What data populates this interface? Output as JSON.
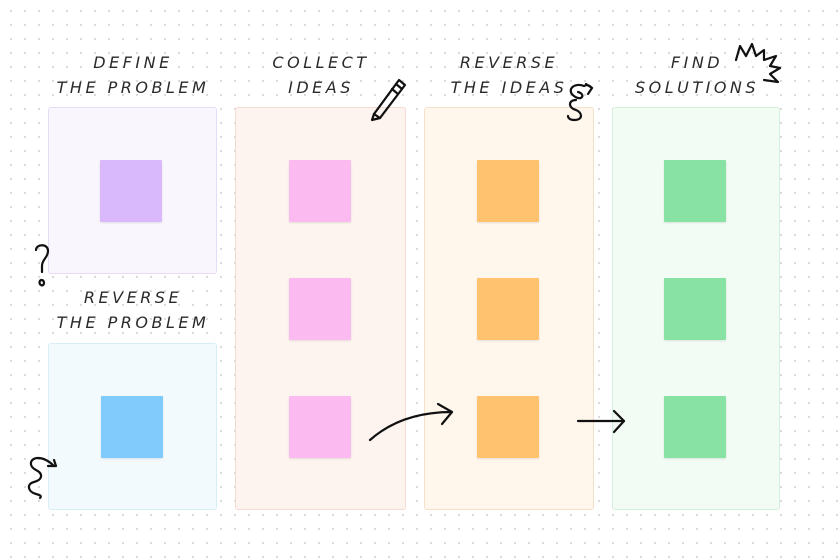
{
  "columns": [
    {
      "id": "define",
      "heading": [
        "DEFINE",
        "THE PROBLEM"
      ],
      "note_color": "#d9b8fb",
      "frame_bg": "#faf6fe",
      "frame_border": "#e7dcf7"
    },
    {
      "id": "collect",
      "heading": [
        "COLLECT",
        "IDEAS"
      ],
      "note_color": "#fbbaf0",
      "frame_bg": "#fdf3ef",
      "frame_border": "#f5dcd2"
    },
    {
      "id": "reverse-ideas",
      "heading": [
        "REVERSE",
        "THE IDEAS"
      ],
      "note_color": "#ffc26e",
      "frame_bg": "#fff6ec",
      "frame_border": "#f5e1cb"
    },
    {
      "id": "solutions",
      "heading": [
        "FIND",
        "SOLUTIONS"
      ],
      "note_color": "#88e2a3",
      "frame_bg": "#f2fbf4",
      "frame_border": "#d4efdb"
    },
    {
      "id": "reverse-problem",
      "heading": [
        "REVERSE",
        "THE PROBLEM"
      ],
      "note_color": "#80cafc",
      "frame_bg": "#f3fafd",
      "frame_border": "#d8eef5"
    }
  ],
  "icons": [
    "pencil-icon",
    "question-mark-icon",
    "squiggle-icon",
    "scribble-icon",
    "curved-arrow-icon",
    "straight-arrow-icon"
  ]
}
